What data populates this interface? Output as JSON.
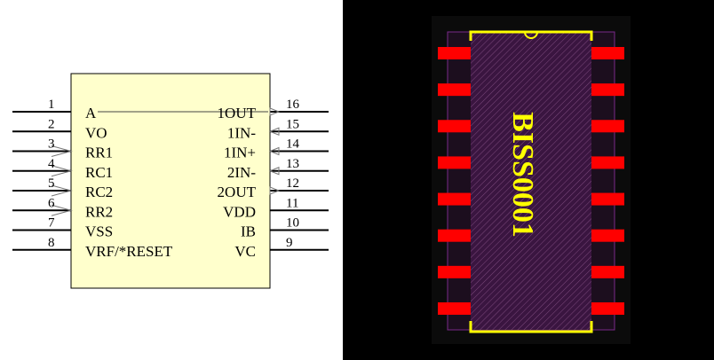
{
  "schematic": {
    "left_pins": [
      {
        "num": "1",
        "name": "A",
        "marker": "none"
      },
      {
        "num": "2",
        "name": "VO",
        "marker": "none"
      },
      {
        "num": "3",
        "name": "RR1",
        "marker": "arrow"
      },
      {
        "num": "4",
        "name": "RC1",
        "marker": "arrow"
      },
      {
        "num": "5",
        "name": "RC2",
        "marker": "arrow"
      },
      {
        "num": "6",
        "name": "RR2",
        "marker": "arrow"
      },
      {
        "num": "7",
        "name": "VSS",
        "marker": "none"
      },
      {
        "num": "8",
        "name": "VRF/*RESET",
        "marker": "none"
      }
    ],
    "right_pins": [
      {
        "num": "16",
        "name": "1OUT",
        "marker": "out"
      },
      {
        "num": "15",
        "name": "1IN-",
        "marker": "in"
      },
      {
        "num": "14",
        "name": "1IN+",
        "marker": "in"
      },
      {
        "num": "13",
        "name": "2IN-",
        "marker": "in"
      },
      {
        "num": "12",
        "name": "2OUT",
        "marker": "out"
      },
      {
        "num": "11",
        "name": "VDD",
        "marker": "none"
      },
      {
        "num": "10",
        "name": "IB",
        "marker": "none"
      },
      {
        "num": "9",
        "name": "VC",
        "marker": "none"
      }
    ],
    "body_fill": "#ffffcc",
    "pin_color": "#000000"
  },
  "pcb": {
    "ref_designator": "BISS0001",
    "pad_color": "#ff0000",
    "silkscreen_color": "#ffff00",
    "body_color": "#3a1540",
    "background_color": "#000000",
    "pads_per_side": 8
  }
}
